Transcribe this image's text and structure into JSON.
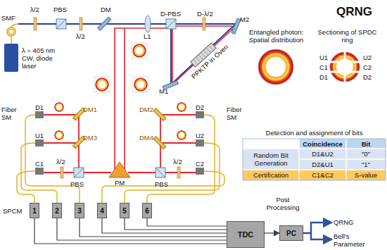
{
  "diagram": {
    "title": "QRNG",
    "nodes": [
      {
        "text": [
          "1"
        ]
      },
      {
        "text": [
          "2"
        ]
      },
      {
        "text": [
          "3"
        ]
      },
      {
        "text": [
          "4"
        ]
      },
      {
        "text": [
          "5"
        ]
      },
      {
        "text": [
          "6"
        ]
      },
      {
        "text": [
          "TDC"
        ]
      },
      {
        "text": [
          "PC"
        ]
      }
    ],
    "edges": [
      {
        "from": 0,
        "to": 6,
        "arrow": "none"
      },
      {
        "from": 1,
        "to": 6,
        "arrow": "none"
      },
      {
        "from": 2,
        "to": 6,
        "arrow": "none"
      },
      {
        "from": 3,
        "to": 6,
        "arrow": "none"
      },
      {
        "from": 4,
        "to": 6,
        "arrow": "none"
      },
      {
        "from": 5,
        "to": 6,
        "arrow": "none"
      },
      {
        "from": 6,
        "to": 7,
        "arrow": "to"
      }
    ],
    "labels": [
      "SMF",
      "λ/2",
      "PBS",
      "λ/2",
      "DM",
      "L1",
      "D-PBS",
      "D-λ/2",
      "M2",
      "λ = 405 nm CW, diode laser",
      "PPKTP in Oven",
      "M1",
      "Entangled photon: Spatial distribution",
      "Sectioning of SPDC ring",
      "U1",
      "U2",
      "C1",
      "C2",
      "D1",
      "D2",
      "Fiber SM",
      "D1",
      "DM1",
      "U1",
      "DM3",
      "C1",
      "λ/2",
      "PBS",
      "PM",
      "D2",
      "DM2",
      "U2",
      "DM4",
      "C2",
      "λ/2",
      "PBS",
      "Fiber SM",
      "Detection and assignment of bits",
      "Coincidence",
      "Bit",
      "Random Bit Generation",
      "D1&U2",
      "\"0\"",
      "D2&U1",
      "\"1\"",
      "Certification",
      "C1&C2",
      "S-value",
      "SPCM",
      "Post Processing",
      "QRNG",
      "Bell's Parameter"
    ]
  }
}
